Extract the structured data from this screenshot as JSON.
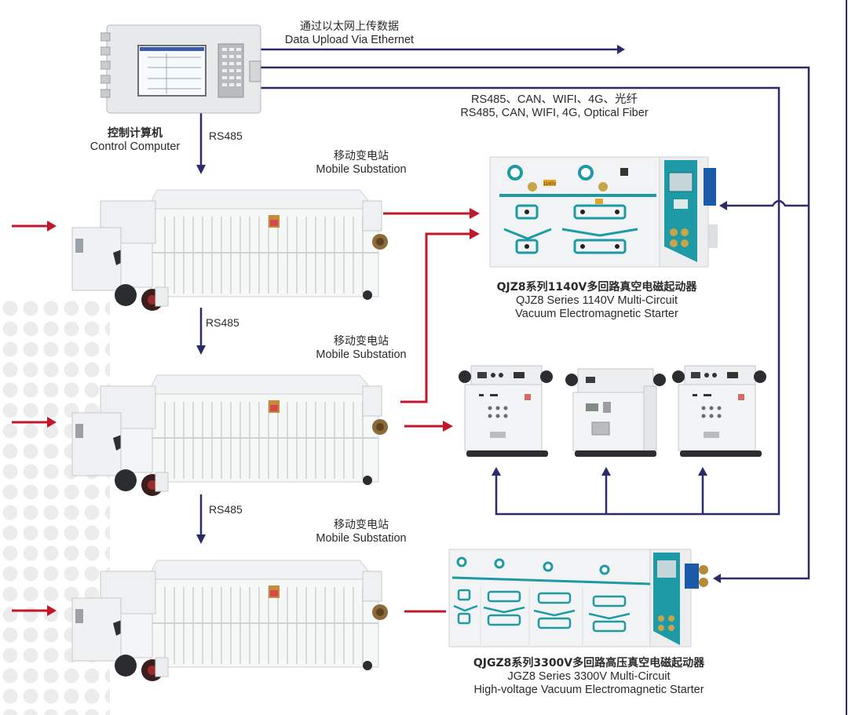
{
  "colors": {
    "network_line": "#2b2a6b",
    "power_line": "#c0182a",
    "teal": "#1e9aa6",
    "panel": "#f3f4f4"
  },
  "top_link": {
    "cn": "通过以太网上传数据",
    "en": "Data Upload Via Ethernet"
  },
  "network_link": {
    "cn": "RS485、CAN、WIFI、4G、光纤",
    "en": "RS485, CAN, WIFI, 4G, Optical Fiber"
  },
  "control_computer": {
    "cn": "控制计算机",
    "en": "Control Computer"
  },
  "rs485_labels": [
    "RS485",
    "RS485",
    "RS485"
  ],
  "substations": [
    {
      "cn": "移动变电站",
      "en": "Mobile Substation"
    },
    {
      "cn": "移动变电站",
      "en": "Mobile Substation"
    },
    {
      "cn": "移动变电站",
      "en": "Mobile Substation"
    }
  ],
  "starter_1140": {
    "cn": "QJZ8系列1140V多回路真空电磁起动器",
    "en1": "QJZ8 Series 1140V Multi-Circuit",
    "en2": "Vacuum Electromagnetic Starter",
    "voltage_tag": "1140V"
  },
  "starter_3300": {
    "cn": "QJGZ8系列3300V多回路高压真空电磁起动器",
    "en1": "JGZ8 Series 3300V Multi-Circuit",
    "en2": "High-voltage Vacuum Electromagnetic Starter"
  },
  "icons": [
    "arrow-right-icon",
    "arrow-down-icon",
    "arrow-up-icon",
    "arrow-left-icon"
  ]
}
